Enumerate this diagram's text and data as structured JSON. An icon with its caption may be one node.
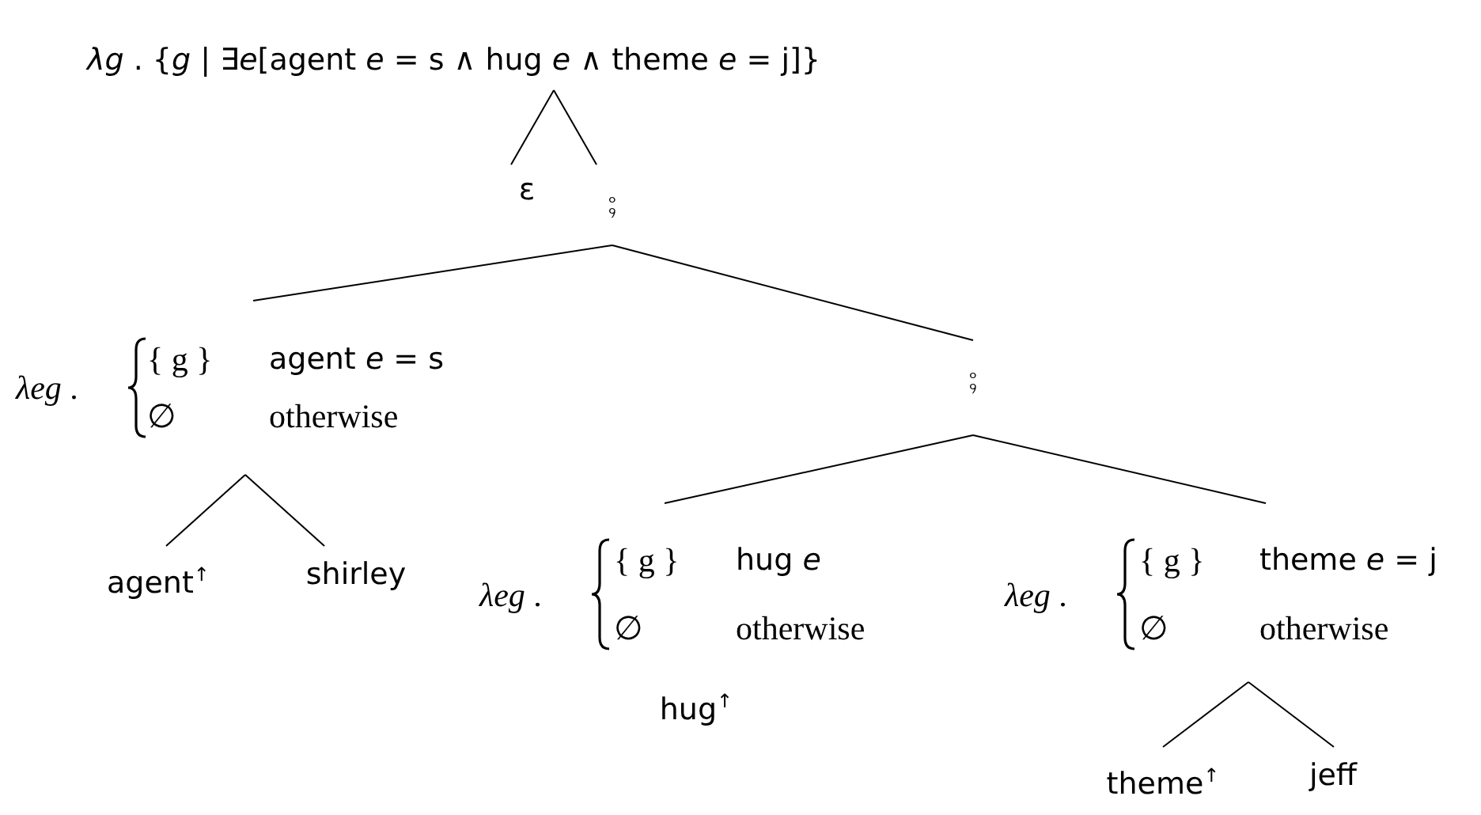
{
  "diagram": {
    "nodes": [
      {
        "text": [
          "*λg* . {*g* | ∃*e*[agent *e* = s ∧ hug *e* ∧ theme *e* = j]}"
        ]
      },
      {
        "text": [
          "ε"
        ]
      },
      {
        "text": [
          "⨾"
        ]
      },
      {
        "text": [
          "*λeg* .",
          "{ g }",
          "agent *e* = s",
          "∅",
          "otherwise"
        ]
      },
      {
        "text": [
          "⨾"
        ]
      },
      {
        "text": [
          "agent$^{↑}$"
        ]
      },
      {
        "text": [
          "shirley"
        ]
      },
      {
        "text": [
          "*λeg* .",
          "{ g }",
          "hug *e*",
          "∅",
          "otherwise"
        ]
      },
      {
        "text": [
          "*λeg* .",
          "{ g }",
          "theme *e* = j",
          "∅",
          "otherwise"
        ]
      },
      {
        "text": [
          "hug$^{↑}$"
        ]
      },
      {
        "text": [
          "theme$^{↑}$"
        ]
      },
      {
        "text": [
          "jeff"
        ]
      }
    ],
    "edges": [
      {
        "from": 0,
        "to": 1,
        "arrow": "none"
      },
      {
        "from": 0,
        "to": 2,
        "arrow": "none"
      },
      {
        "from": 2,
        "to": 3,
        "arrow": "none"
      },
      {
        "from": 2,
        "to": 4,
        "arrow": "none"
      },
      {
        "from": 3,
        "to": 5,
        "arrow": "none"
      },
      {
        "from": 3,
        "to": 6,
        "arrow": "none"
      },
      {
        "from": 4,
        "to": 7,
        "arrow": "none"
      },
      {
        "from": 4,
        "to": 8,
        "arrow": "none"
      },
      {
        "from": 8,
        "to": 10,
        "arrow": "none"
      },
      {
        "from": 8,
        "to": 11,
        "arrow": "none"
      }
    ]
  }
}
